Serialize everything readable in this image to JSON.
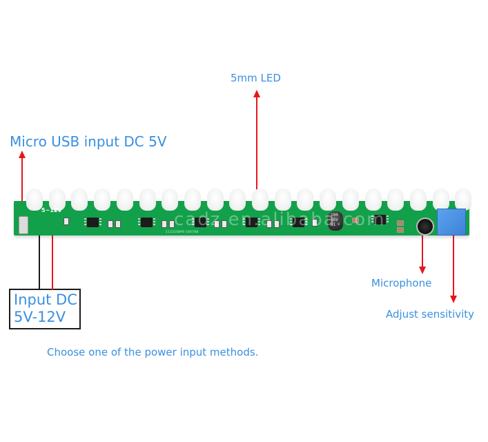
{
  "labels": {
    "led": "5mm LED",
    "micro_usb": "Micro USB input DC 5V",
    "input_dc_line1": "Input DC",
    "input_dc_line2": "5V-12V",
    "microphone": "Microphone",
    "adjust_sensitivity": "Adjust sensitivity",
    "footer_note": "Choose one of the power input methods."
  },
  "board": {
    "silkscreen_voltage": "5~12V",
    "capacitor_markings": [
      "100",
      "16V",
      "U1"
    ],
    "serial_text": "2123108P4-106788",
    "watermark": "cadz.en.alibaba.com",
    "led_count": 20
  },
  "colors": {
    "label_text": "#3a8fe0",
    "arrow": "#e8141c",
    "pcb": "#13a04a",
    "potentiometer": "#4a8fe2"
  }
}
